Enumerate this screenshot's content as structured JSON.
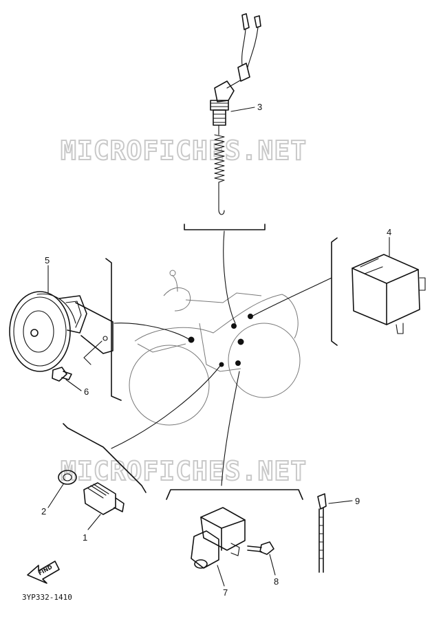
{
  "diagram_code": "3YP332-1410",
  "watermark": "MICROFICHES.NET",
  "find_label": "FIND",
  "callouts": {
    "p1": "1",
    "p2": "2",
    "p3": "3",
    "p4": "4",
    "p5": "5",
    "p6": "6",
    "p7": "7",
    "p8": "8",
    "p9": "9"
  }
}
